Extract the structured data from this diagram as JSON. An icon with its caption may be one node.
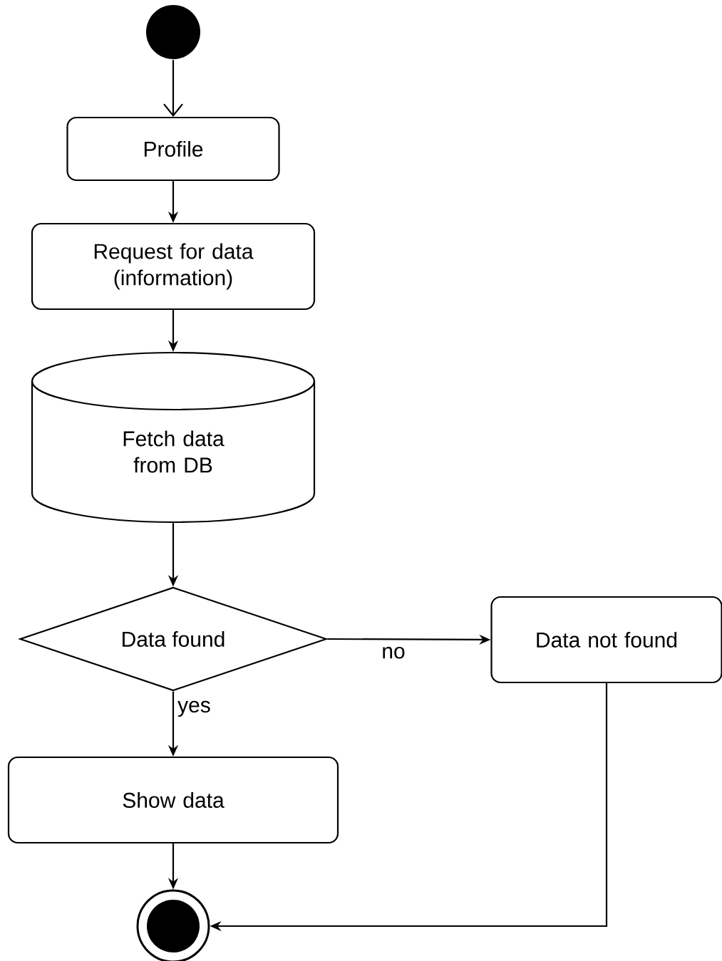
{
  "diagram": {
    "nodes": [
      {
        "text": [],
        "shape": "circle"
      },
      {
        "text": [
          "Profile"
        ]
      },
      {
        "text": [
          "Request for data (information)"
        ]
      },
      {
        "text": [
          "Fetch data from DB"
        ]
      },
      {
        "text": [
          "Data found"
        ]
      },
      {
        "text": [
          "Data not found"
        ]
      },
      {
        "text": [
          "Show data"
        ]
      },
      {
        "text": [],
        "shape": "circle"
      }
    ],
    "edges": [
      {
        "from": 0,
        "to": 1,
        "arrow": "to"
      },
      {
        "from": 1,
        "to": 2,
        "arrow": "to"
      },
      {
        "from": 2,
        "to": 3,
        "arrow": "to"
      },
      {
        "from": 3,
        "to": 4,
        "arrow": "to"
      },
      {
        "from": 4,
        "to": 5,
        "arrow": "to",
        "label": "no"
      },
      {
        "from": 4,
        "to": 6,
        "arrow": "to",
        "label": "yes"
      },
      {
        "from": 6,
        "to": 7,
        "arrow": "to"
      },
      {
        "from": 5,
        "to": 7,
        "arrow": "to"
      }
    ]
  }
}
